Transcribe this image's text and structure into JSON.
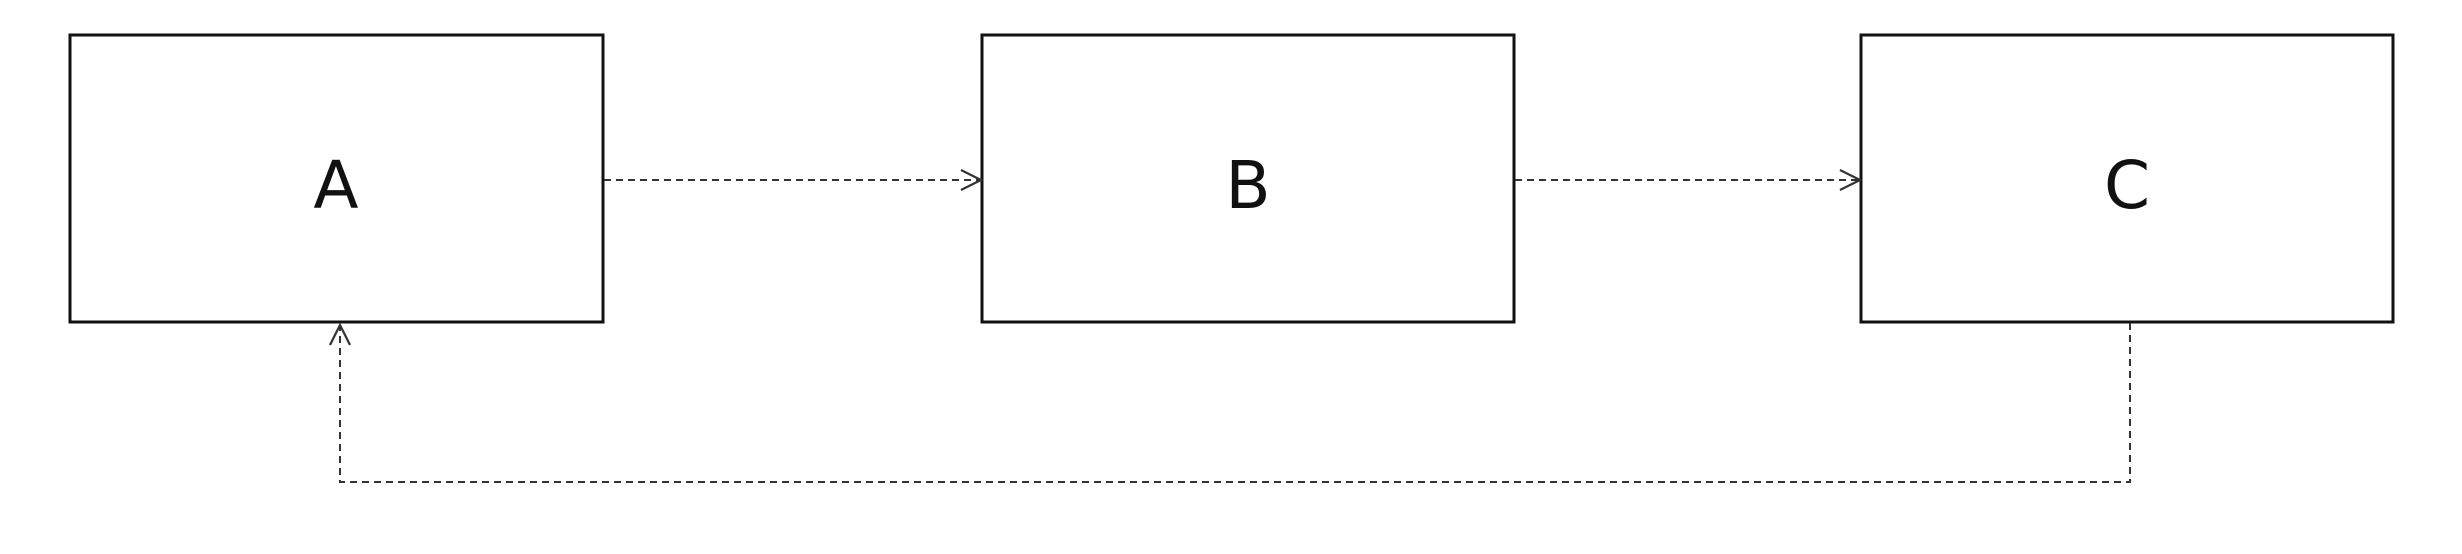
{
  "diagram": {
    "nodes": [
      {
        "id": "A",
        "label": "A"
      },
      {
        "id": "B",
        "label": "B"
      },
      {
        "id": "C",
        "label": "C"
      }
    ],
    "edges": [
      {
        "from": "A",
        "to": "B",
        "style": "dashed"
      },
      {
        "from": "B",
        "to": "C",
        "style": "dashed"
      },
      {
        "from": "C",
        "to": "A",
        "style": "dashed"
      }
    ],
    "colors": {
      "box_stroke": "#111111",
      "edge_stroke": "#333333",
      "background": "#ffffff"
    }
  }
}
